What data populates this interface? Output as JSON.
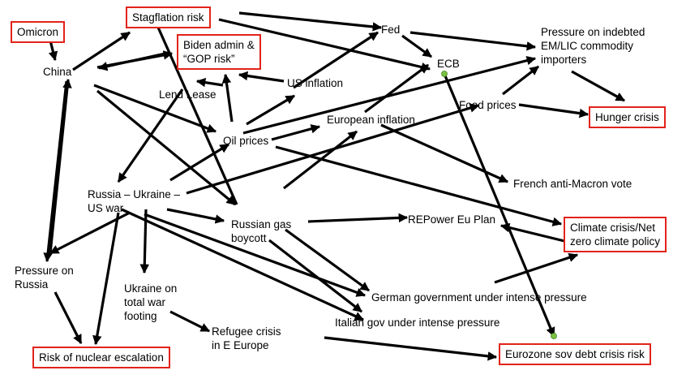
{
  "diagram": {
    "nodes": [
      {
        "id": "omicron",
        "lines": [
          "Omicron"
        ],
        "boxed": true
      },
      {
        "id": "stagflation",
        "lines": [
          "Stagflation risk"
        ],
        "boxed": true
      },
      {
        "id": "biden",
        "lines": [
          "Biden admin &",
          "“GOP risk”"
        ],
        "boxed": true
      },
      {
        "id": "fed",
        "lines": [
          "Fed"
        ],
        "boxed": false
      },
      {
        "id": "ecb",
        "lines": [
          "ECB"
        ],
        "boxed": false
      },
      {
        "id": "pressure-em",
        "lines": [
          "Pressure on indebted",
          "EM/LIC commodity",
          "importers"
        ],
        "boxed": false
      },
      {
        "id": "china",
        "lines": [
          "China"
        ],
        "boxed": false
      },
      {
        "id": "lend-lease",
        "lines": [
          "Lend Lease"
        ],
        "boxed": false
      },
      {
        "id": "us-inflation",
        "lines": [
          "US inflation"
        ],
        "boxed": false
      },
      {
        "id": "food-prices",
        "lines": [
          "Food prices"
        ],
        "boxed": false
      },
      {
        "id": "hunger",
        "lines": [
          "Hunger crisis"
        ],
        "boxed": true
      },
      {
        "id": "oil-prices",
        "lines": [
          "Oil prices"
        ],
        "boxed": false
      },
      {
        "id": "european-inflation",
        "lines": [
          "European inflation"
        ],
        "boxed": false
      },
      {
        "id": "french-vote",
        "lines": [
          "French anti-Macron vote"
        ],
        "boxed": false
      },
      {
        "id": "russia-ukraine",
        "lines": [
          "Russia – Ukraine –",
          "US war"
        ],
        "boxed": false
      },
      {
        "id": "russian-gas",
        "lines": [
          "Russian gas",
          "boycott"
        ],
        "boxed": false
      },
      {
        "id": "repower",
        "lines": [
          "REPower Eu Plan"
        ],
        "boxed": false
      },
      {
        "id": "climate",
        "lines": [
          "Climate crisis/Net",
          "zero climate policy"
        ],
        "boxed": true
      },
      {
        "id": "pressure-russia",
        "lines": [
          "Pressure on",
          "Russia"
        ],
        "boxed": false
      },
      {
        "id": "ukraine-total-war",
        "lines": [
          "Ukraine on",
          "total war",
          "footing"
        ],
        "boxed": false
      },
      {
        "id": "german-gov",
        "lines": [
          "German government under intense pressure"
        ],
        "boxed": false
      },
      {
        "id": "refugee",
        "lines": [
          "Refugee crisis",
          "in E Europe"
        ],
        "boxed": false
      },
      {
        "id": "italian-gov",
        "lines": [
          "Italian gov under intense pressure"
        ],
        "boxed": false
      },
      {
        "id": "nuclear",
        "lines": [
          "Risk of nuclear escalation"
        ],
        "boxed": true
      },
      {
        "id": "eurozone",
        "lines": [
          "Eurozone sov debt crisis risk"
        ],
        "boxed": true
      }
    ],
    "colors": {
      "box_border": "#e2231a",
      "arrow": "#000000",
      "handle": "#7ac143"
    }
  }
}
